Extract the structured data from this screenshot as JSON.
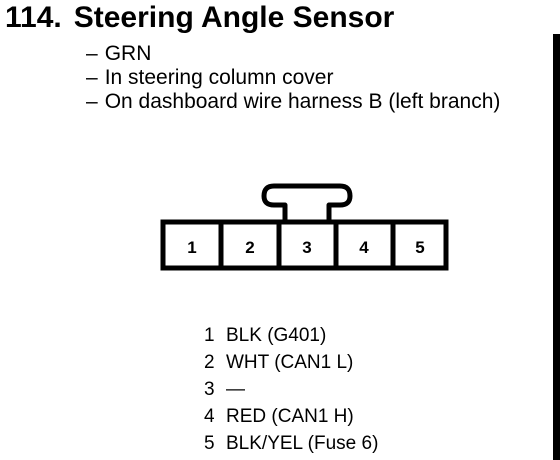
{
  "title": {
    "number": "114.",
    "text": "Steering Angle Sensor"
  },
  "details": [
    {
      "dash": "–",
      "text": "GRN"
    },
    {
      "dash": "–",
      "text": "In steering column cover"
    },
    {
      "dash": "–",
      "text": "On dashboard wire harness B (left branch)"
    }
  ],
  "connector": {
    "cavities": [
      "1",
      "2",
      "3",
      "4",
      "5"
    ]
  },
  "pins": [
    {
      "num": "1",
      "desc": "BLK (G401)"
    },
    {
      "num": "2",
      "desc": "WHT (CAN1 L)"
    },
    {
      "num": "3",
      "desc": "—"
    },
    {
      "num": "4",
      "desc": "RED (CAN1 H)"
    },
    {
      "num": "5",
      "desc": "BLK/YEL (Fuse 6)"
    }
  ]
}
